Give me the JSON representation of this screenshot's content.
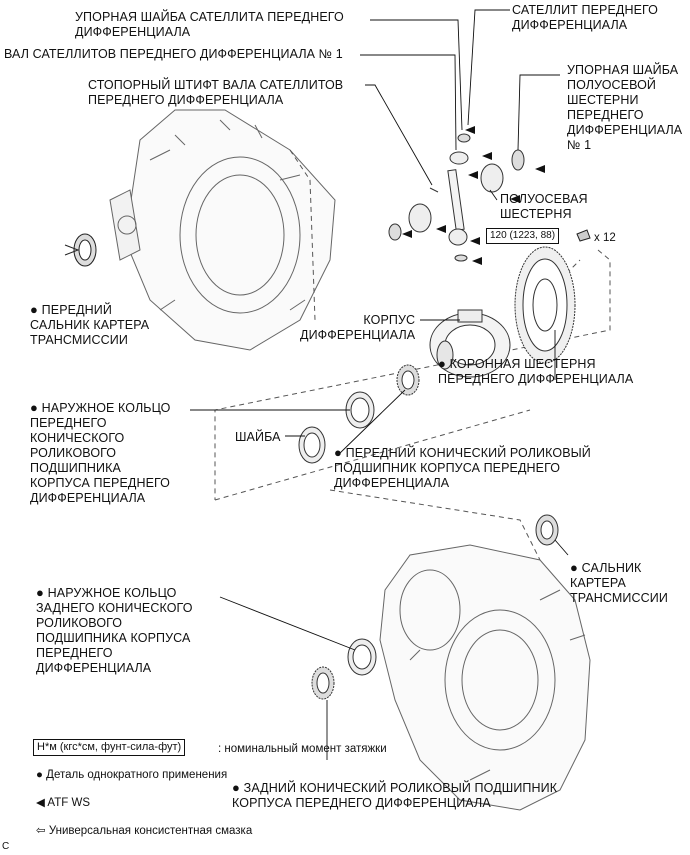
{
  "labels": {
    "pinion_washer": "УПОРНАЯ ШАЙБА САТЕЛЛИТА ПЕРЕДНЕГО\nДИФФЕРЕНЦИАЛА",
    "pinion_shaft": "ВАЛ САТЕЛЛИТОВ ПЕРЕДНЕГО ДИФФЕРЕНЦИАЛА № 1",
    "pin": "СТОПОРНЫЙ ШТИФТ ВАЛА САТЕЛЛИТОВ\nПЕРЕДНЕГО ДИФФЕРЕНЦИАЛА",
    "pinion": "САТЕЛЛИТ ПЕРЕДНЕГО\nДИФФЕРЕНЦИАЛА",
    "side_gear_washer": "УПОРНАЯ ШАЙБА\nПОЛУОСЕВОЙ\nШЕСТЕРНИ\nПЕРЕДНЕГО\nДИФФЕРЕНЦИАЛА\n№ 1",
    "side_gear": "ПОЛУОСЕВАЯ\nШЕСТЕРНЯ",
    "front_oil_seal": "ПЕРЕДНИЙ\nСАЛЬНИК КАРТЕРА\nТРАНСМИССИИ",
    "case": "КОРПУС\nДИФФЕРЕНЦИАЛА",
    "ring_gear": "КОРОННАЯ ШЕСТЕРНЯ\nПЕРЕДНЕГО ДИФФЕРЕНЦИАЛА",
    "front_outer_race": "НАРУЖНОЕ КОЛЬЦО\nПЕРЕДНЕГО\nКОНИЧЕСКОГО\nРОЛИКОВОГО\nПОДШИПНИКА\nКОРПУСА ПЕРЕДНЕГО\nДИФФЕРЕНЦИАЛА",
    "washer": "ШАЙБА",
    "front_bearing": "ПЕРЕДНИЙ КОНИЧЕСКИЙ РОЛИКОВЫЙ\nПОДШИПНИК КОРПУСА ПЕРЕДНЕГО\nДИФФЕРЕНЦИАЛА",
    "oil_seal": "САЛЬНИК\nКАРТЕРА\nТРАНСМИССИИ",
    "rear_outer_race": "НАРУЖНОЕ КОЛЬЦО\nЗАДНЕГО КОНИЧЕСКОГО\nРОЛИКОВОГО\nПОДШИПНИКА КОРПУСА\nПЕРЕДНЕГО\nДИФФЕРЕНЦИАЛА",
    "rear_bearing": "ЗАДНИЙ КОНИЧЕСКИЙ РОЛИКОВЫЙ ПОДШИПНИК\nКОРПУСА ПЕРЕДНЕГО ДИФФЕРЕНЦИАЛА"
  },
  "torque": {
    "value": "120 (1223, 88)",
    "count": "x 12"
  },
  "legend": {
    "torque_box": "Н*м (кгс*см, фунт-сила-фут)",
    "torque_text": ": номинальный момент затяжки",
    "non_reusable": "Деталь однократного применения",
    "atf": "ATF WS",
    "grease": "Универсальная консистентная смазка"
  },
  "figure_code": "C"
}
